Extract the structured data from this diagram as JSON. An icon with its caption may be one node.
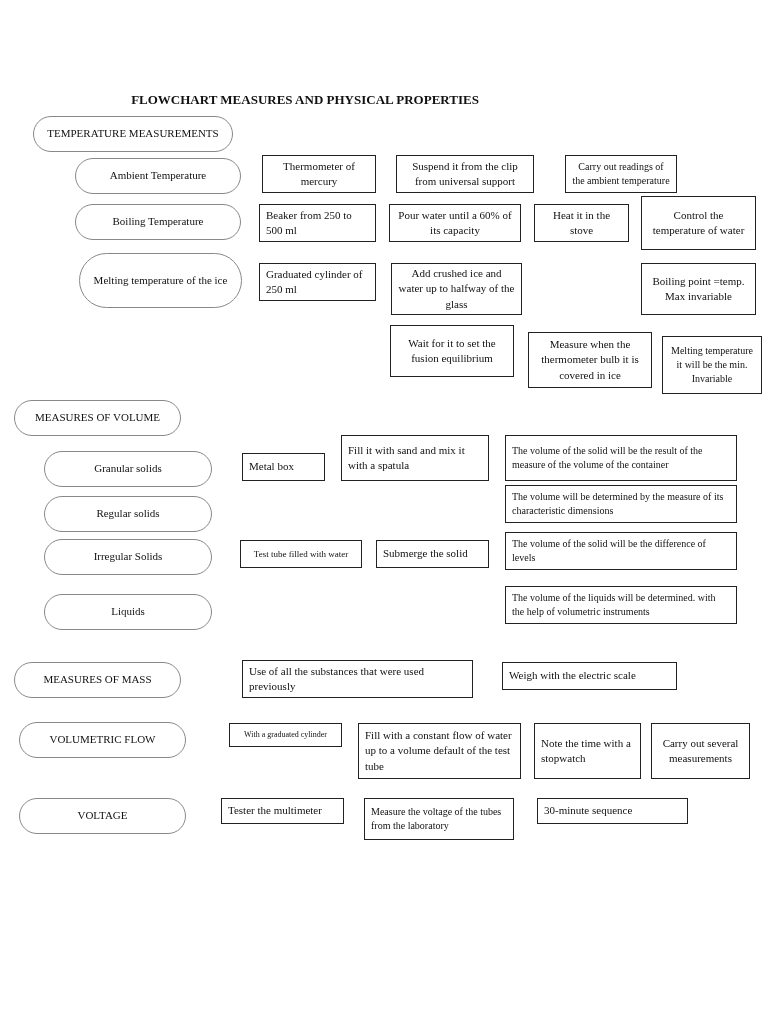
{
  "diagram": {
    "title": "FLOWCHART MEASURES AND PHYSICAL PROPERTIES",
    "nodes": [
      {
        "text": [
          "TEMPERATURE MEASUREMENTS"
        ]
      },
      {
        "text": [
          "Ambient Temperature"
        ]
      },
      {
        "text": [
          "Thermometer of mercury"
        ]
      },
      {
        "text": [
          "Suspend it from the clip from universal support"
        ]
      },
      {
        "text": [
          "Carry out readings of the ambient temperature"
        ]
      },
      {
        "text": [
          "Boiling Temperature"
        ]
      },
      {
        "text": [
          "Beaker from 250 to 500 ml"
        ]
      },
      {
        "text": [
          "Pour water until a 60% of its capacity"
        ]
      },
      {
        "text": [
          "Heat it in the stove"
        ]
      },
      {
        "text": [
          "Control the temperature of water"
        ]
      },
      {
        "text": [
          "Melting temperature of the ice"
        ]
      },
      {
        "text": [
          "Graduated cylinder of 250 ml"
        ]
      },
      {
        "text": [
          "Add crushed ice and water up to halfway of the glass"
        ]
      },
      {
        "text": [
          "Boiling point =temp. Max invariable"
        ]
      },
      {
        "text": [
          "Wait for it to set the fusion equilibrium"
        ]
      },
      {
        "text": [
          "Measure when the thermometer bulb it is covered in ice"
        ]
      },
      {
        "text": [
          "Melting temperature it will be the min. Invariable"
        ]
      },
      {
        "text": [
          "MEASURES OF VOLUME"
        ]
      },
      {
        "text": [
          "Granular solids"
        ]
      },
      {
        "text": [
          "Metal box"
        ]
      },
      {
        "text": [
          "Fill it with sand and mix it with a spatula"
        ]
      },
      {
        "text": [
          "The volume of the solid will be the result of the measure of the volume of the container"
        ]
      },
      {
        "text": [
          "Regular solids"
        ]
      },
      {
        "text": [
          "The volume will be determined by the measure of its characteristic dimensions"
        ]
      },
      {
        "text": [
          "Irregular Solids"
        ]
      },
      {
        "text": [
          "Test tube filled with water"
        ]
      },
      {
        "text": [
          "Submerge the solid"
        ]
      },
      {
        "text": [
          "The volume of the solid will be the difference of levels"
        ]
      },
      {
        "text": [
          "Liquids"
        ]
      },
      {
        "text": [
          "The volume of the liquids will be determined. with the help of volumetric instruments"
        ]
      },
      {
        "text": [
          "MEASURES OF MASS"
        ]
      },
      {
        "text": [
          "Use of all the substances that were used previously"
        ]
      },
      {
        "text": [
          "Weigh with the electric scale"
        ]
      },
      {
        "text": [
          "VOLUMETRIC FLOW"
        ]
      },
      {
        "text": [
          "With a graduated cylinder"
        ]
      },
      {
        "text": [
          "Fill with a constant flow of water up to a volume default of the test tube"
        ]
      },
      {
        "text": [
          "Note the time with a stopwatch"
        ]
      },
      {
        "text": [
          "Carry out several measurements"
        ]
      },
      {
        "text": [
          "VOLTAGE"
        ]
      },
      {
        "text": [
          "Tester the multimeter"
        ]
      },
      {
        "text": [
          "Measure the voltage of the tubes from the laboratory"
        ]
      },
      {
        "text": [
          "30-minute sequence"
        ]
      }
    ]
  }
}
